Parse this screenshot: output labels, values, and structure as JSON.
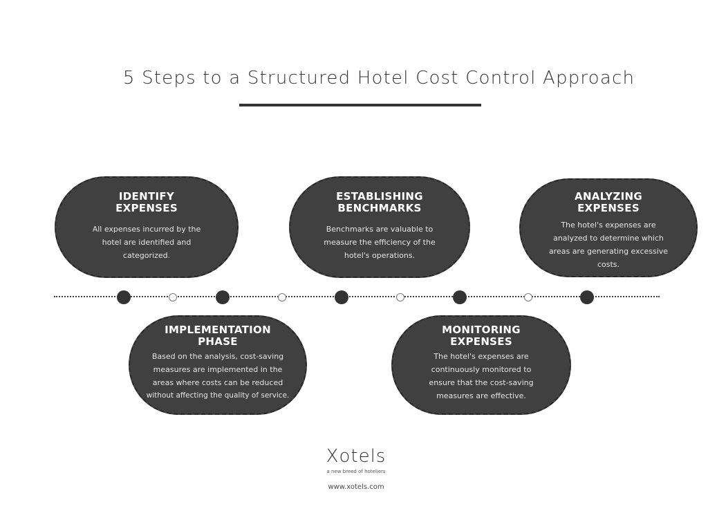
{
  "title": "5 Steps to a Structured Hotel Cost Control Approach",
  "steps": [
    {
      "title_line1": "IDENTIFY",
      "title_line2": "EXPENSES",
      "desc_lines": [
        "All expenses incurred by the",
        "hotel are identified and",
        "categorized."
      ]
    },
    {
      "title_line1": "ESTABLISHING",
      "title_line2": "BENCHMARKS",
      "desc_lines": [
        "Benchmarks are valuable to",
        "measure the efficiency of the",
        "hotel's operations."
      ]
    },
    {
      "title_line1": "ANALYZING",
      "title_line2": "EXPENSES",
      "desc_lines": [
        "The hotel's expenses are",
        "analyzed to determine which",
        "areas are generating excessive",
        "costs."
      ]
    },
    {
      "title_line1": "IMPLEMENTATION",
      "title_line2": "PHASE",
      "desc_lines": [
        "Based on the analysis, cost-saving",
        "measures are implemented in the",
        "areas where costs can be reduced",
        "without affecting the quality of service."
      ]
    },
    {
      "title_line1": "MONITORING",
      "title_line2": "EXPENSES",
      "desc_lines": [
        "The hotel's expenses are",
        "continuously monitored to",
        "ensure that the cost-saving",
        "measures are effective."
      ]
    }
  ],
  "footer": {
    "brand": "Xotels",
    "tagline": "a new breed of hoteliers",
    "url": "www.xotels.com"
  },
  "colors": {
    "pill_fill": "#404040",
    "pill_border": "#262626",
    "text_dark": "#333333"
  }
}
